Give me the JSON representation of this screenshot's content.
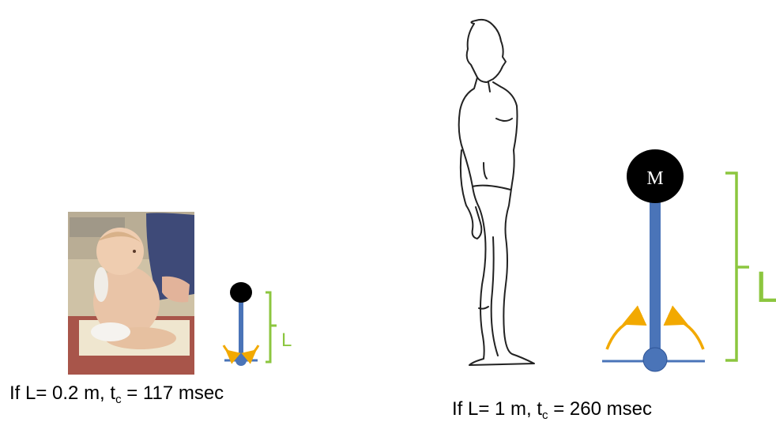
{
  "left_panel": {
    "caption_prefix": "If L= 0.2 m, t",
    "caption_sub": "c",
    "caption_suffix": " = 117 msec",
    "length_label": "L"
  },
  "right_panel": {
    "caption_prefix": "If L= 1 m, t",
    "caption_sub": "c",
    "caption_suffix": " = 260 msec",
    "length_label": "L",
    "mass_label": "M"
  },
  "colors": {
    "rod": "#4a74b8",
    "mass": "#000000",
    "bracket": "#8cc63f",
    "arrow": "#f2a900",
    "photo_floor": "#c9b28a"
  },
  "icons": {
    "baby_photo": "photo-seated-infant",
    "man_drawing": "standing-man-sketch"
  }
}
